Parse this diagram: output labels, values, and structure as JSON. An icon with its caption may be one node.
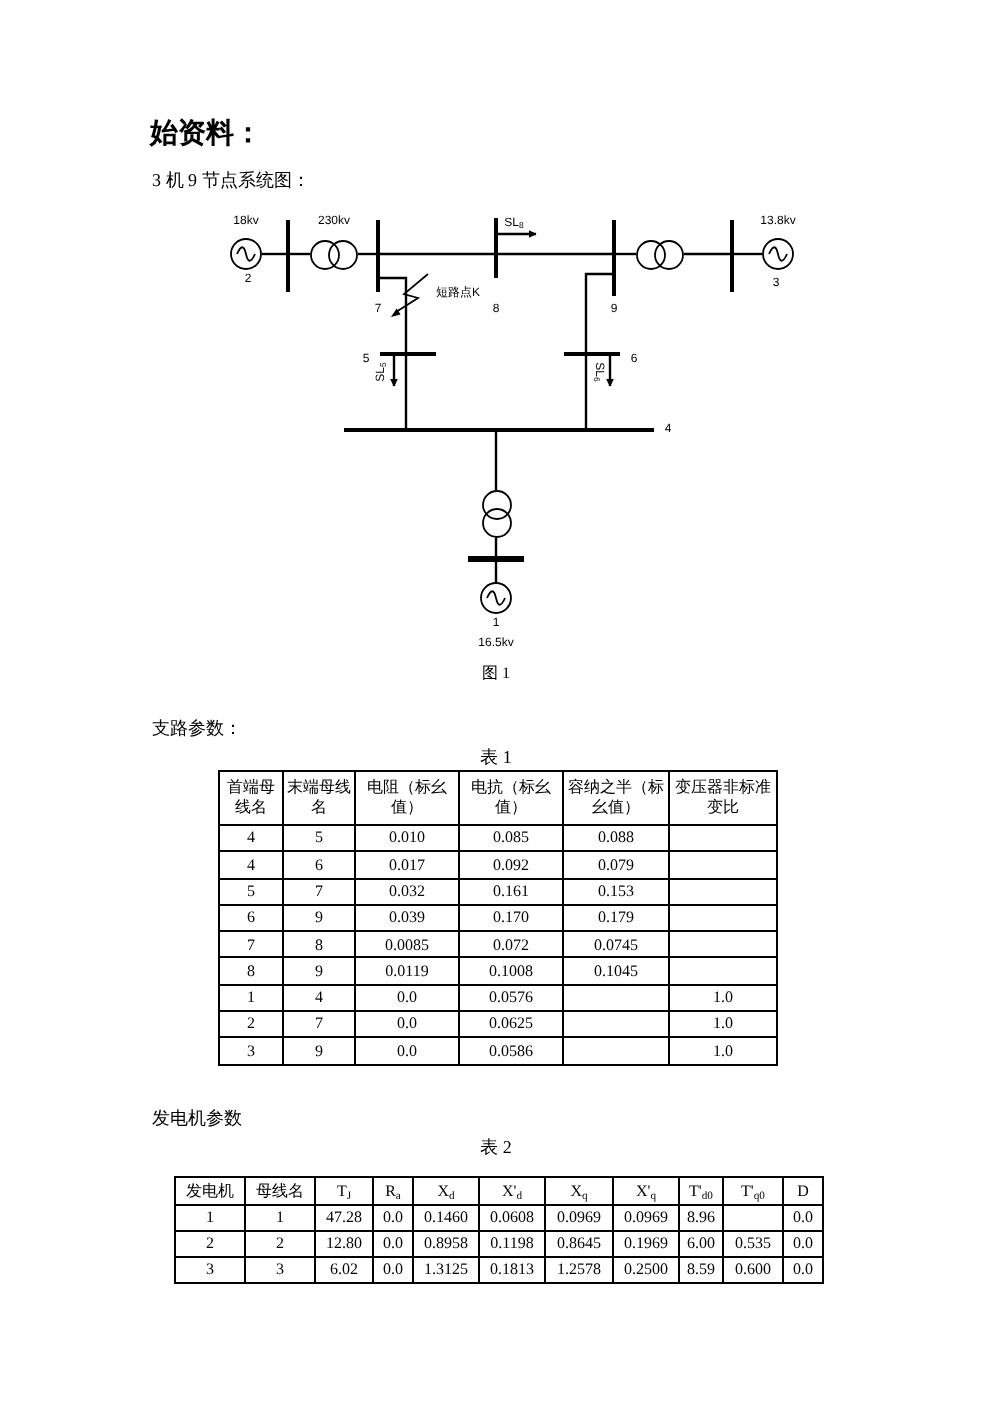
{
  "diagram": {
    "title": "始资料：",
    "nodes": [
      {
        "text": [],
        "shape": "circle",
        "beside": [
          "18kv",
          "2"
        ]
      },
      {
        "text": [],
        "shape": "bar"
      },
      {
        "text": [],
        "shape": "circle",
        "beside": [
          "230kv"
        ]
      },
      {
        "text": [],
        "shape": "bar",
        "beside": [
          "7"
        ]
      },
      {
        "text": [],
        "shape": "bar",
        "beside": [
          "8"
        ]
      },
      {
        "text": [],
        "shape": "bar",
        "beside": [
          "9"
        ]
      },
      {
        "text": [],
        "shape": "circle"
      },
      {
        "text": [],
        "shape": "bar"
      },
      {
        "text": [],
        "shape": "circle",
        "beside": [
          "13.8kv",
          "3"
        ]
      },
      {
        "text": [],
        "shape": "bar",
        "beside": [
          "5"
        ]
      },
      {
        "text": [],
        "shape": "bar",
        "beside": [
          "6"
        ]
      },
      {
        "text": [],
        "shape": "bar",
        "beside": [
          "4"
        ]
      },
      {
        "text": [],
        "shape": "circle"
      },
      {
        "text": [],
        "shape": "bar"
      },
      {
        "text": [],
        "shape": "circle",
        "beside": [
          "1",
          "16.5kv"
        ]
      }
    ],
    "edges": [
      {
        "from": 0,
        "to": 1,
        "arrow": "none"
      },
      {
        "from": 1,
        "to": 2,
        "arrow": "none"
      },
      {
        "from": 2,
        "to": 3,
        "arrow": "none"
      },
      {
        "from": 3,
        "to": 4,
        "arrow": "none"
      },
      {
        "from": 4,
        "to": 5,
        "arrow": "none"
      },
      {
        "from": 5,
        "to": 6,
        "arrow": "none"
      },
      {
        "from": 6,
        "to": 7,
        "arrow": "none"
      },
      {
        "from": 7,
        "to": 8,
        "arrow": "none"
      },
      {
        "from": 3,
        "to": 9,
        "arrow": "none"
      },
      {
        "from": 9,
        "to": 11,
        "arrow": "none"
      },
      {
        "from": 5,
        "to": 10,
        "arrow": "none"
      },
      {
        "from": 10,
        "to": 11,
        "arrow": "none"
      },
      {
        "from": 11,
        "to": 12,
        "arrow": "none"
      },
      {
        "from": 12,
        "to": 13,
        "arrow": "none"
      },
      {
        "from": 13,
        "to": 14,
        "arrow": "none"
      },
      {
        "from": 4,
        "to": null,
        "arrow": "to",
        "label": "SL$_{8}$"
      },
      {
        "from": 9,
        "to": null,
        "arrow": "to",
        "label": "SL$_{5}$"
      },
      {
        "from": 10,
        "to": null,
        "arrow": "to",
        "label": "SL$_{6}$"
      }
    ],
    "labels": [
      "3 机 9 节点系统图：",
      "短路点K",
      "图 1",
      "支路参数：",
      "表 1",
      "首端母线名",
      "末端母线名",
      "电阻（标幺值）",
      "电抗（标幺值）",
      "容纳之半（标幺值）",
      "变压器非标准变比",
      "4",
      "5",
      "0.010",
      "0.085",
      "0.088",
      "4",
      "6",
      "0.017",
      "0.092",
      "0.079",
      "5",
      "7",
      "0.032",
      "0.161",
      "0.153",
      "6",
      "9",
      "0.039",
      "0.170",
      "0.179",
      "7",
      "8",
      "0.0085",
      "0.072",
      "0.0745",
      "8",
      "9",
      "0.0119",
      "0.1008",
      "0.1045",
      "1",
      "4",
      "0.0",
      "0.0576",
      "1.0",
      "2",
      "7",
      "0.0",
      "0.0625",
      "1.0",
      "3",
      "9",
      "0.0",
      "0.0586",
      "1.0",
      "发电机参数",
      "表 2",
      "发电机",
      "母线名",
      "T$_{J}$",
      "R$_{a}$",
      "X$_{d}$",
      "X'$_{d}$",
      "X$_{q}$",
      "X'$_{q}$",
      "T'$_{d0}$",
      "T'$_{q0}$",
      "D",
      "1",
      "1",
      "47.28",
      "0.0",
      "0.1460",
      "0.0608",
      "0.0969",
      "0.0969",
      "8.96",
      "0.0",
      "2",
      "2",
      "12.80",
      "0.0",
      "0.8958",
      "0.1198",
      "0.8645",
      "0.1969",
      "6.00",
      "0.535",
      "0.0",
      "3",
      "3",
      "6.02",
      "0.0",
      "1.3125",
      "0.1813",
      "1.2578",
      "0.2500",
      "8.59",
      "0.600",
      "0.0"
    ]
  }
}
